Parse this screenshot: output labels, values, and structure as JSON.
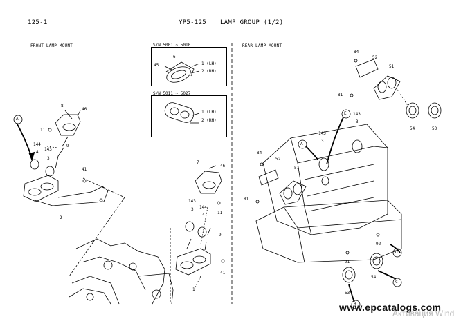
{
  "header": {
    "page_number": "125-1",
    "model": "YP5-125",
    "title": "LAMP GROUP (1/2)"
  },
  "sections": {
    "front_lamp_mount": "FRONT LAMP MOUNT",
    "rear_lamp_mount": "REAR LAMP MOUNT"
  },
  "serial_boxes": [
    {
      "label": "S/N 5001 ~ 5010",
      "lh": "1 (LH)",
      "rh": "2 (RH)",
      "parts": [
        "6",
        "45"
      ]
    },
    {
      "label": "S/N 5011 ~ 5027",
      "lh": "1 (LH)",
      "rh": "2 (RH)"
    }
  ],
  "callouts": {
    "front": [
      "8",
      "46",
      "11",
      "9",
      "144",
      "4",
      "143",
      "3",
      "41",
      "2"
    ],
    "right_lamp": [
      "7",
      "46",
      "11",
      "143",
      "3",
      "144",
      "4",
      "9",
      "41",
      "1"
    ],
    "rear_upper": [
      "84",
      "52",
      "51",
      "81",
      "143",
      "3",
      "54",
      "53"
    ],
    "rear_lower": [
      "143",
      "3",
      "84",
      "52",
      "51",
      "81",
      "92",
      "91",
      "54",
      "53"
    ]
  },
  "circle_refs": [
    "A",
    "A",
    "B",
    "C",
    "D",
    "E"
  ],
  "watermark": {
    "site": "www.epcatalogs.com",
    "activation": "Активация Wind"
  }
}
